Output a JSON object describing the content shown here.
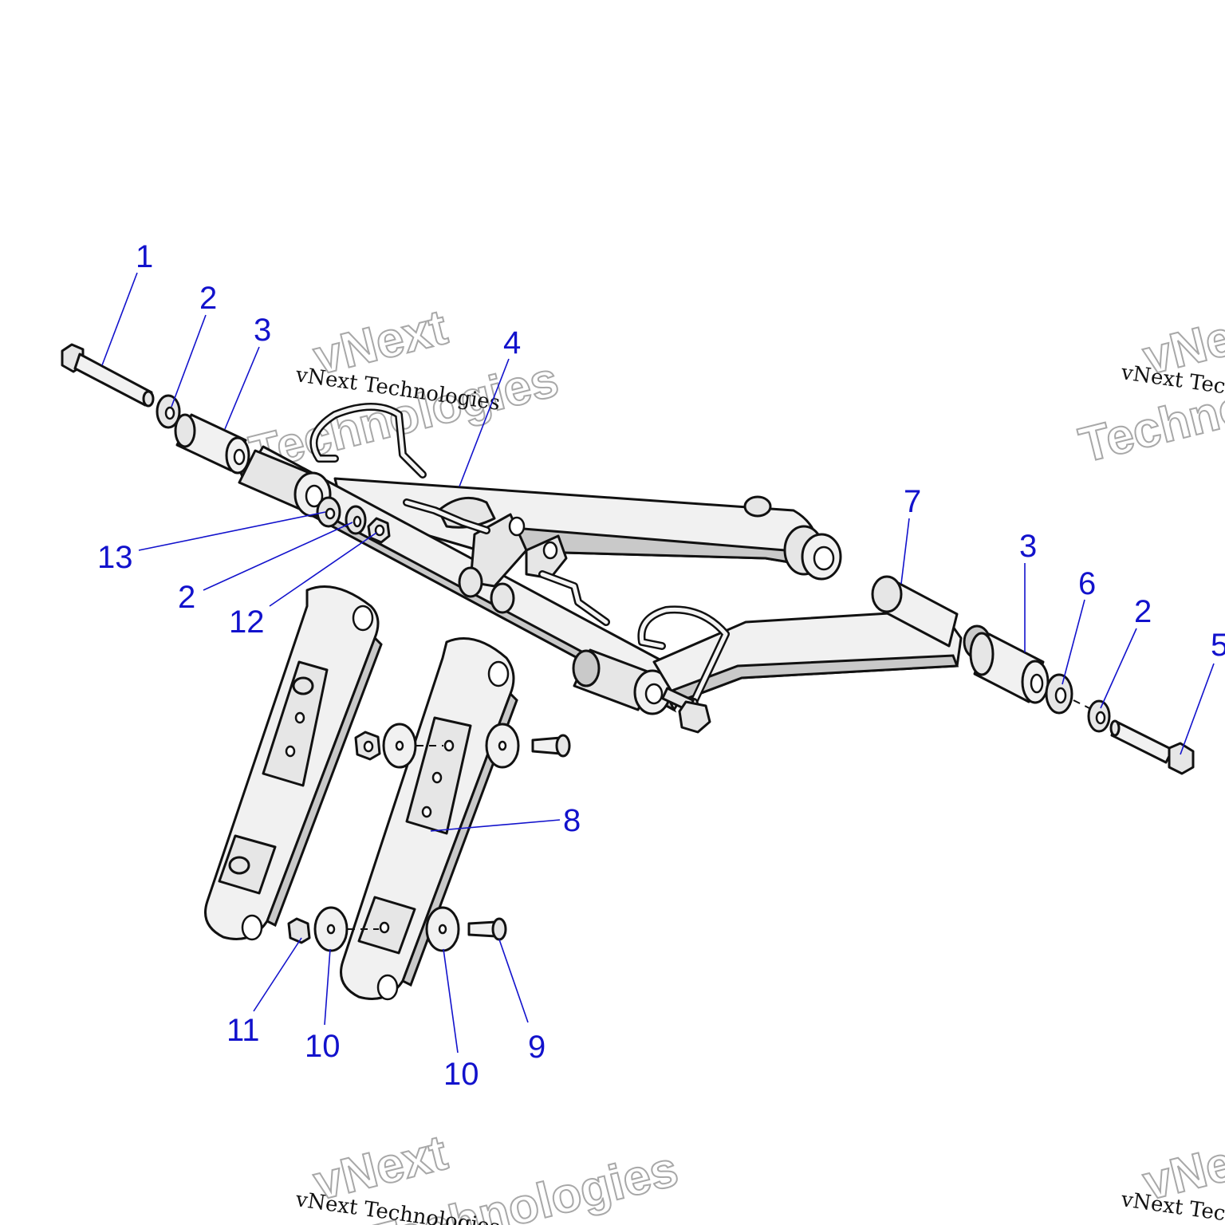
{
  "watermark": {
    "serif_text": "vNext Technologies",
    "outline_line1": "vNext",
    "outline_line2": "Technologies"
  },
  "callouts": [
    {
      "id": "c1",
      "label": "1"
    },
    {
      "id": "c2a",
      "label": "2"
    },
    {
      "id": "c3a",
      "label": "3"
    },
    {
      "id": "c4",
      "label": "4"
    },
    {
      "id": "c13",
      "label": "13"
    },
    {
      "id": "c2b",
      "label": "2"
    },
    {
      "id": "c12",
      "label": "12"
    },
    {
      "id": "c7",
      "label": "7"
    },
    {
      "id": "c3b",
      "label": "3"
    },
    {
      "id": "c6",
      "label": "6"
    },
    {
      "id": "c2c",
      "label": "2"
    },
    {
      "id": "c5",
      "label": "5"
    },
    {
      "id": "c8",
      "label": "8"
    },
    {
      "id": "c11",
      "label": "11"
    },
    {
      "id": "c10a",
      "label": "10"
    },
    {
      "id": "c10b",
      "label": "10"
    },
    {
      "id": "c9",
      "label": "9"
    }
  ]
}
